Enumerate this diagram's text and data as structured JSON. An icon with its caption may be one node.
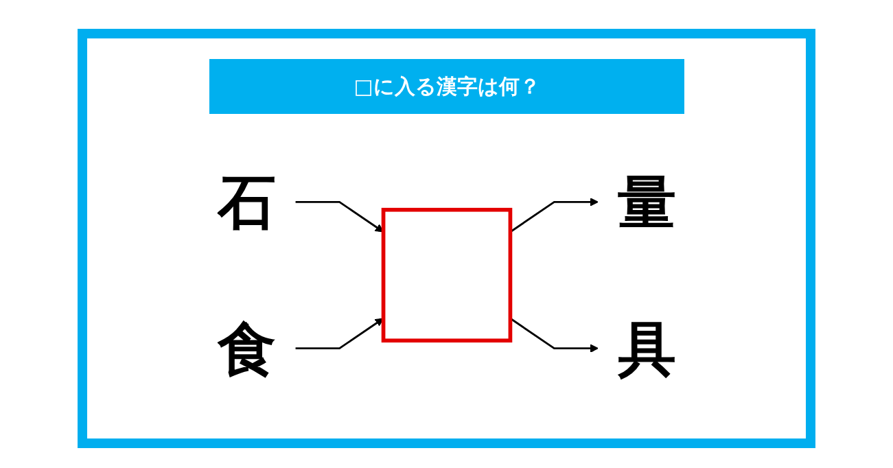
{
  "diagram": {
    "title": "□に入る漢字は何？",
    "nodes": [
      {
        "text": [
          "石"
        ]
      },
      {
        "text": [
          "食"
        ]
      },
      {
        "text": [],
        "shape": "box"
      },
      {
        "text": [
          "量"
        ]
      },
      {
        "text": [
          "具"
        ]
      }
    ],
    "edges": [
      {
        "from": 0,
        "to": 2,
        "arrow": "to"
      },
      {
        "from": 1,
        "to": 2,
        "arrow": "to"
      },
      {
        "from": 2,
        "to": 3,
        "arrow": "to"
      },
      {
        "from": 2,
        "to": 4,
        "arrow": "to"
      }
    ]
  }
}
